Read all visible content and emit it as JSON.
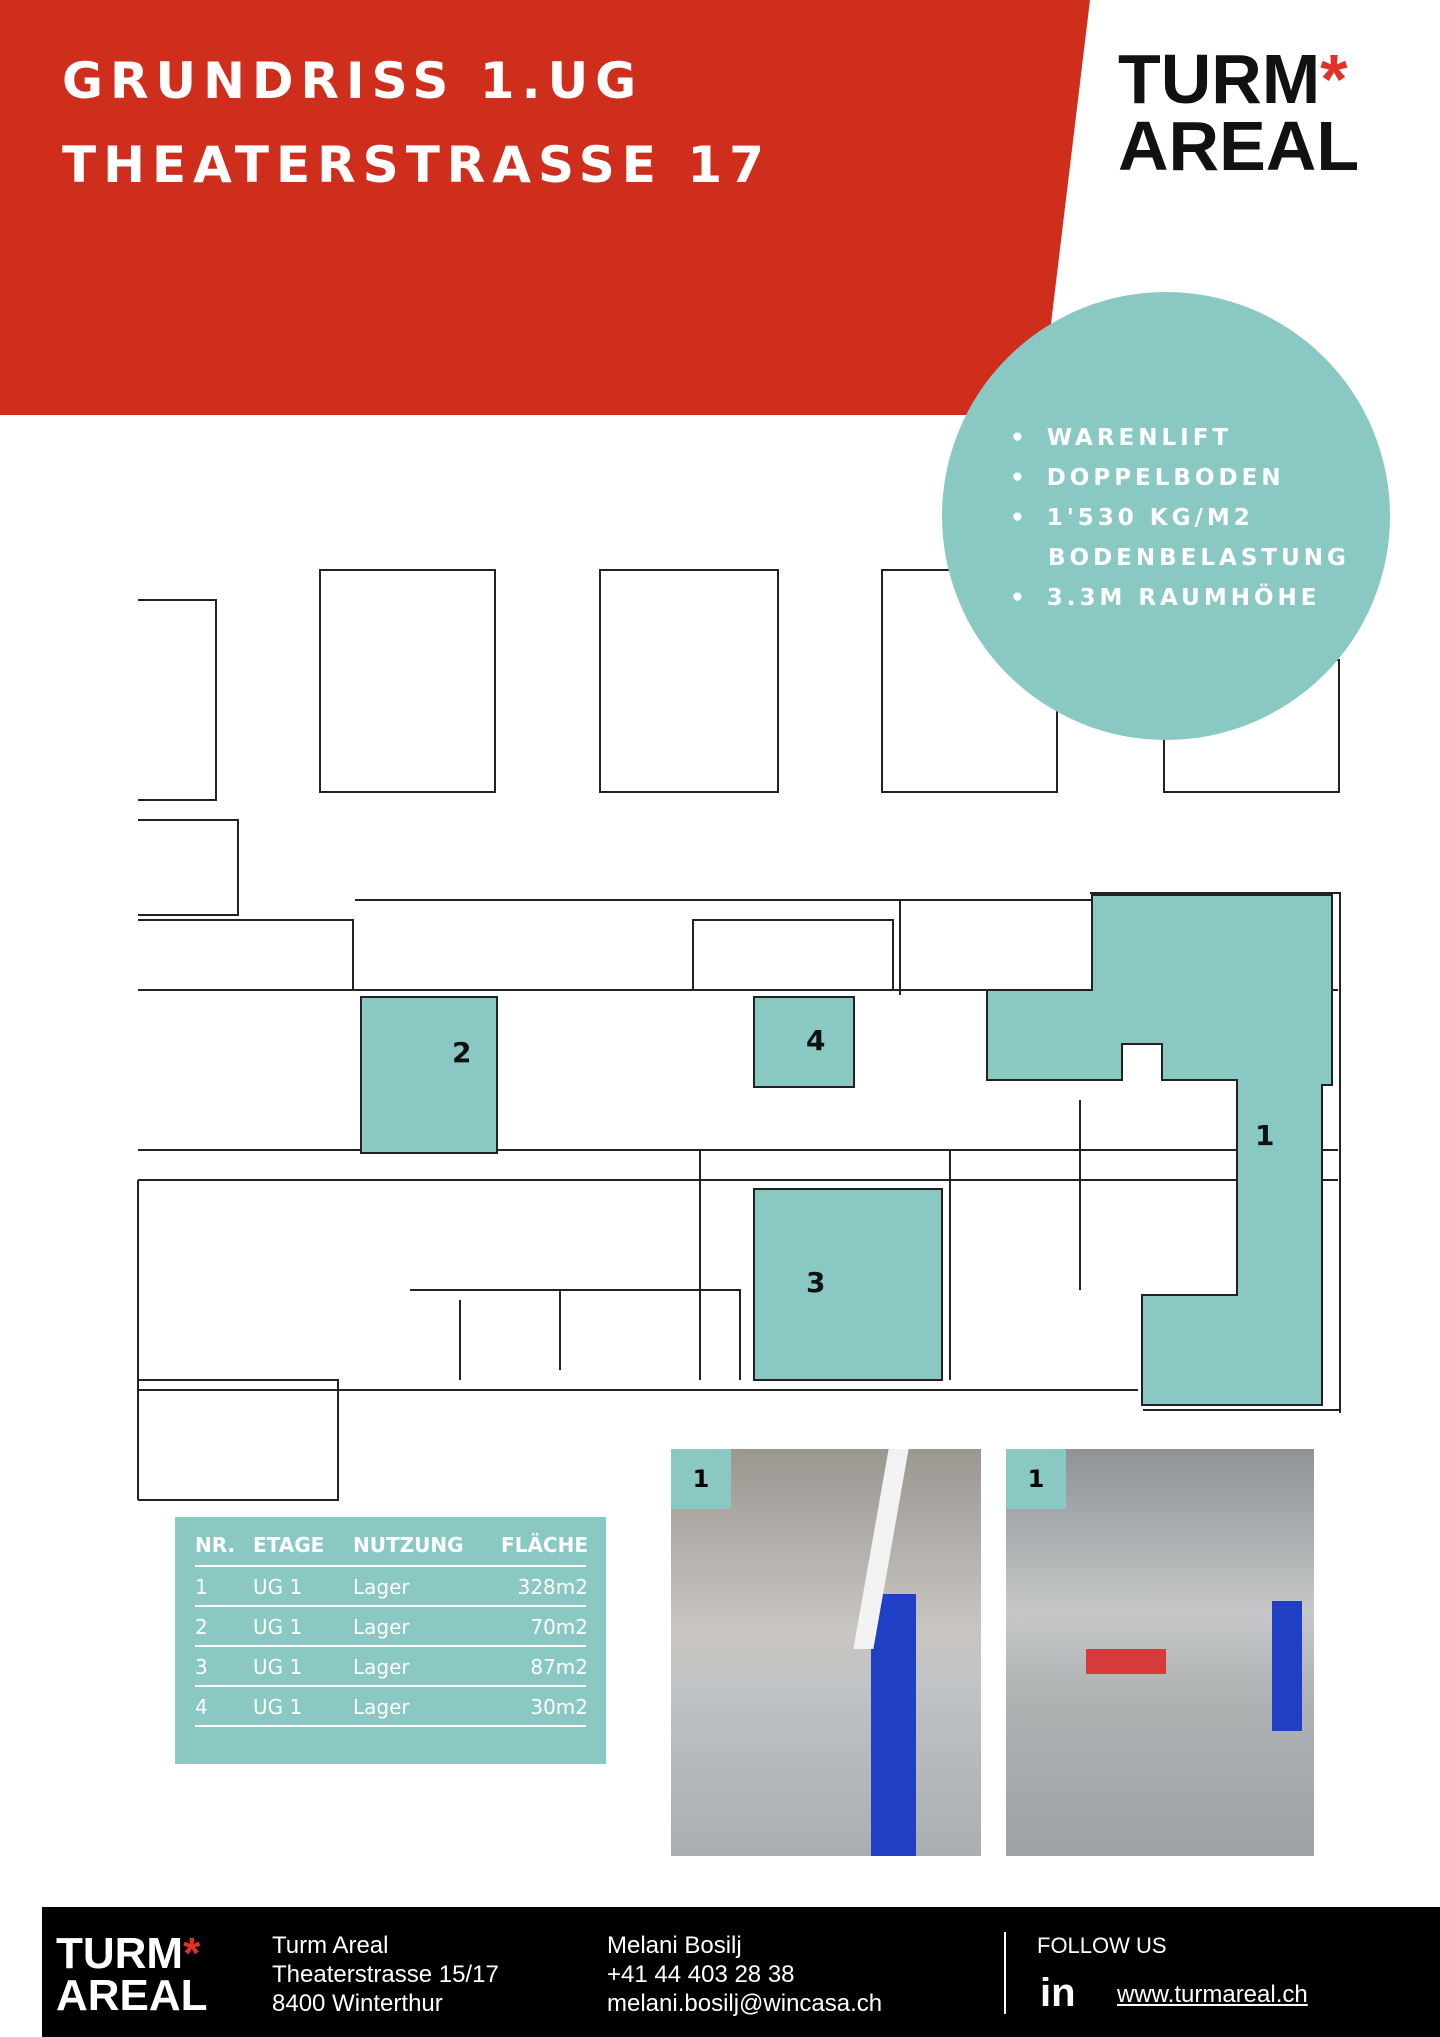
{
  "header": {
    "title_line1": "GRUNDRISS 1.UG",
    "title_line2": "THEATERSTRASSE 17"
  },
  "logo": {
    "line1": "TURM",
    "line2": "AREAL",
    "mark": "*"
  },
  "features": [
    "WARENLIFT",
    "DOPPELBODEN",
    "1'530 KG/M2",
    "BODENBELASTUNG",
    "3.3M RAUMHÖHE"
  ],
  "plan": {
    "room_labels": [
      "1",
      "2",
      "3",
      "4"
    ]
  },
  "table": {
    "headers": [
      "NR.",
      "ETAGE",
      "NUTZUNG",
      "FLÄCHE"
    ],
    "rows": [
      [
        "1",
        "UG 1",
        "Lager",
        "328m2"
      ],
      [
        "2",
        "UG 1",
        "Lager",
        "70m2"
      ],
      [
        "3",
        "UG 1",
        "Lager",
        "87m2"
      ],
      [
        "4",
        "UG 1",
        "Lager",
        "30m2"
      ]
    ]
  },
  "photos": [
    {
      "badge": "1"
    },
    {
      "badge": "1"
    }
  ],
  "footer": {
    "company": "Turm Areal",
    "street": "Theaterstrasse 15/17",
    "city": "8400 Winterthur",
    "contact_name": "Melani Bosilj",
    "phone": "+41 44 403 28 38",
    "email": "melani.bosilj@wincasa.ch",
    "follow": "FOLLOW US",
    "linkedin_icon": "in",
    "website": "www.turmareal.ch"
  },
  "colors": {
    "red": "#cf2e1c",
    "teal": "#8ac9c3"
  }
}
